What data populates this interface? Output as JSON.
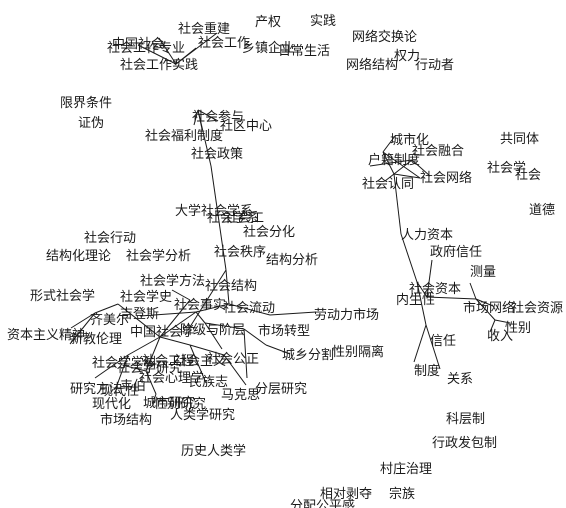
{
  "nodes": [
    "社会重建",
    "产权",
    "实践",
    "中国社会",
    "社会工作",
    "网络交换论",
    "乡镇企业",
    "社会工作专业",
    "日常生活",
    "权力",
    "社会工作实践",
    "网络结构",
    "行动者",
    "限界条件",
    "证伪",
    "社会参与",
    "社区中心",
    "社会福利制度",
    "城市化",
    "共同体",
    "社会政策",
    "社会融合",
    "户籍制度",
    "社会学",
    "社会网络",
    "社会认同",
    "社会",
    "大学社会学系",
    "社会学系",
    "社会工",
    "道德",
    "社会行动",
    "社会分化",
    "人力资本",
    "社会秩序",
    "政府信任",
    "结构化理论",
    "社会学分析",
    "结构分析",
    "测量",
    "社会学方法",
    "社会结构",
    "社会资本",
    "内生性",
    "形式社会学",
    "社会学史",
    "社会事实",
    "社会流动",
    "劳动力市场",
    "市场网络",
    "社会资源",
    "齐美尔",
    "吉登斯",
    "收入",
    "性别",
    "资本主义精神",
    "中国社会学",
    "阶级与阶层",
    "市场转型",
    "新教伦理",
    "信任",
    "城乡分割",
    "性别隔离",
    "社会学学科",
    "社会工程",
    "社会主义",
    "社会公正",
    "社会学研究",
    "制度",
    "关系",
    "社会心理学",
    "民族志",
    "研究方法",
    "现代性",
    "韦伯",
    "分层研究",
    "现代化",
    "城市研究",
    "性别研究",
    "马克思",
    "市场结构",
    "人类学研究",
    "科层制",
    "行政发包制",
    "历史人类学",
    "村庄治理",
    "相对剥夺",
    "宗族",
    "分配公平感"
  ]
}
